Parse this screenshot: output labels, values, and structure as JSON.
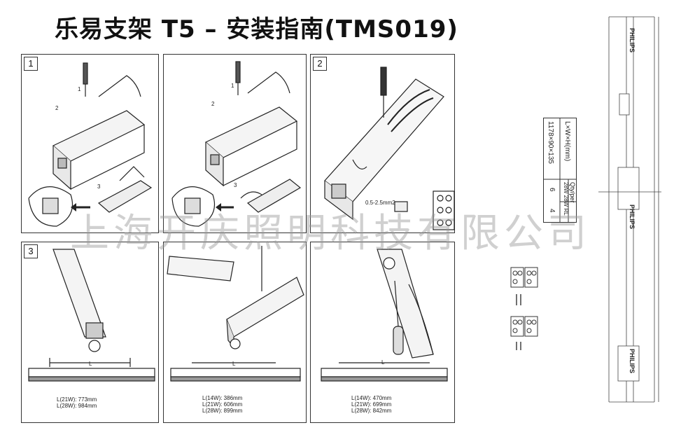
{
  "title": "乐易支架 T5 – 安装指南(TMS019)",
  "watermark": "上海开庆照明科技有限公司",
  "panels": [
    {
      "label": "1"
    },
    {
      "label": ""
    },
    {
      "label": "2",
      "wire_label": "0.5-2.5mm2"
    },
    {
      "label": "3",
      "L": "L",
      "measurements": "L(21W): 773mm\nL(28W): 984mm"
    },
    {
      "label": "",
      "L": "L",
      "measurements": "L(14W): 386mm\nL(21W): 606mm\nL(28W): 899mm"
    },
    {
      "label": "",
      "L": "L",
      "measurements": "L(14W): 470mm\nL(21W): 699mm\nL(28W): 842mm"
    }
  ],
  "step_numbers": [
    "1",
    "2",
    "3",
    "1",
    "2",
    "3"
  ],
  "spec_table": {
    "col1_header": "L×W×H(mm)",
    "col1_value": "1178×90×135",
    "col2_header": "Qty/per",
    "col2_sub": "28W 28W RL",
    "col2_values": [
      "6",
      "4"
    ]
  },
  "brand": "PHILIPS"
}
